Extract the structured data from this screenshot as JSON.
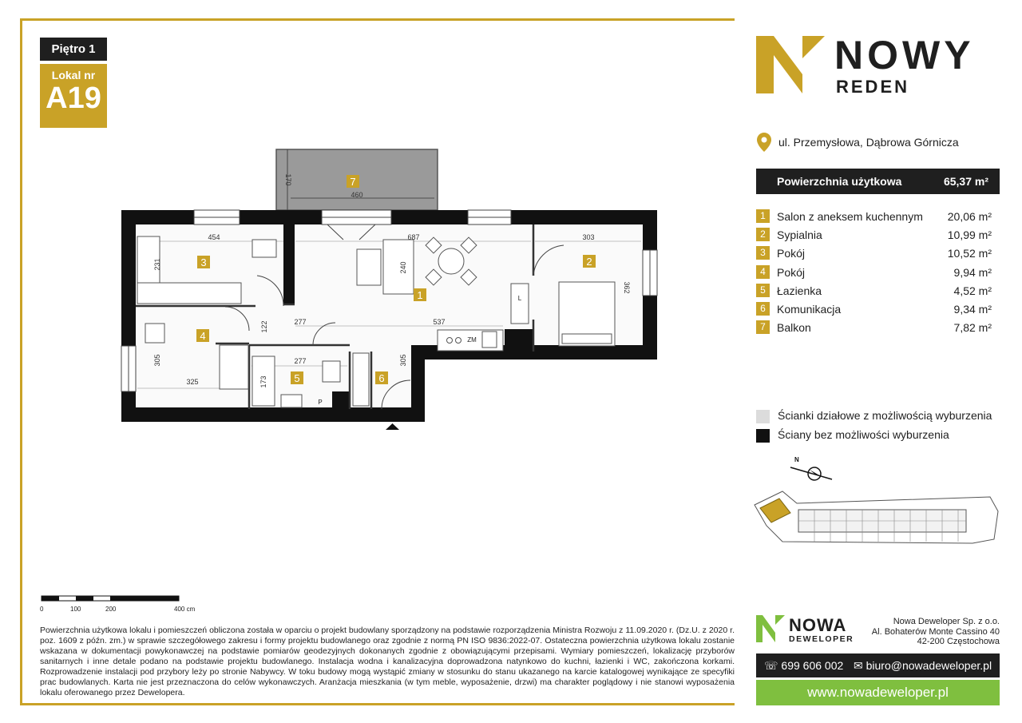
{
  "floor": "Piętro 1",
  "lokal_label": "Lokal nr",
  "lokal_number": "A19",
  "brand": {
    "main": "NOWY",
    "sub": "REDEN"
  },
  "address": "ul. Przemysłowa, Dąbrowa Górnicza",
  "usable_area": {
    "label": "Powierzchnia użytkowa",
    "value": "65,37 m²"
  },
  "rooms": [
    {
      "num": "1",
      "name": "Salon z aneksem kuchennym",
      "area": "20,06 m²"
    },
    {
      "num": "2",
      "name": "Sypialnia",
      "area": "10,99 m²"
    },
    {
      "num": "3",
      "name": "Pokój",
      "area": "10,52 m²"
    },
    {
      "num": "4",
      "name": "Pokój",
      "area": "9,94 m²"
    },
    {
      "num": "5",
      "name": "Łazienka",
      "area": "4,52 m²"
    },
    {
      "num": "6",
      "name": "Komunikacja",
      "area": "9,34 m²"
    },
    {
      "num": "7",
      "name": "Balkon",
      "area": "7,82 m²"
    }
  ],
  "legend": {
    "removable": "Ścianki działowe z możliwością wyburzenia",
    "structural": "Ściany bez możliwości wyburzenia"
  },
  "compass": "N",
  "plan": {
    "room_labels": [
      "1",
      "2",
      "3",
      "4",
      "5",
      "6",
      "7"
    ],
    "dimensions": {
      "balcony_w": "460",
      "balcony_d": "170",
      "room3_w": "454",
      "room3_d": "231",
      "living_w": "687",
      "living_d": "240",
      "bed_w": "303",
      "bed_d": "362",
      "hall_w": "277",
      "hall_d": "122",
      "kitchen_w": "537",
      "room4_w": "325",
      "room4_d": "305",
      "bath_w": "277",
      "bath_d": "173",
      "corr_d": "305"
    },
    "fixtures": {
      "zm": "ZM",
      "l": "L",
      "p": "P"
    }
  },
  "scale": {
    "t0": "0",
    "t1": "100",
    "t2": "200",
    "t3": "400 cm"
  },
  "note": "Powierzchnia użytkowa lokalu i pomieszczeń obliczona została w oparciu o projekt budowlany sporządzony na podstawie rozporządzenia Ministra Rozwoju z 11.09.2020 r. (Dz.U. z 2020 r. poz. 1609 z późn. zm.) w sprawie szczegółowego zakresu i formy projektu budowlanego oraz zgodnie z normą PN ISO 9836:2022-07. Ostateczna powierzchnia użytkowa lokalu zostanie wskazana w dokumentacji powykonawczej na podstawie pomiarów geodezyjnych dokonanych zgodnie z obowiązującymi przepisami. Wymiary pomieszczeń, lokalizację przyborów sanitarnych i inne detale podano na podstawie projektu budowlanego. Instalacja wodna i kanalizacyjna doprowadzona natynkowo do kuchni, łazienki i WC, zakończona korkami. Rozprowadzenie instalacji pod przybory leży po stronie Nabywcy. W toku budowy mogą wystąpić zmiany w stosunku do stanu ukazanego na karcie katalogowej wynikające ze specyfiki prac budowlanych. Karta nie jest przeznaczona do celów wykonawczych. Aranżacja mieszkania (w tym meble, wyposażenie, drzwi) ma charakter poglądowy i nie stanowi wyposażenia lokalu oferowanego przez Dewelopera.",
  "developer": {
    "name": "NOWA",
    "sub": "DEWELOPER",
    "company": "Nowa Deweloper Sp. z o.o.",
    "street": "Al. Bohaterów Monte Cassino 40",
    "city": "42-200 Częstochowa",
    "phone": "699 606 002",
    "email": "biuro@nowadeweloper.pl",
    "www": "www.nowadeweloper.pl"
  },
  "colors": {
    "accent": "#c9a227",
    "dark": "#1f1f1f",
    "green": "#7fbf3f"
  }
}
